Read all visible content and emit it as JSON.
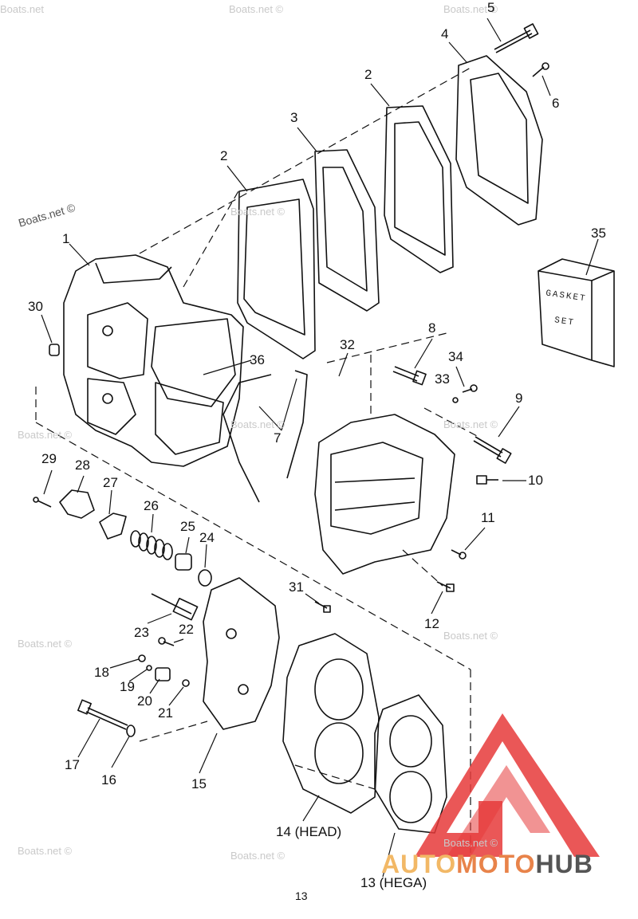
{
  "watermarks": [
    "Boats.net",
    "Boats.net ©",
    "Boats.net ©",
    "Boats.net ©",
    "Boats.net ©",
    "Boats.net ©",
    "Boats.net ©",
    "Boats.net ©",
    "Boats.net ©",
    "Boats.net ©",
    "Boats.net ©",
    "Boats.net ©",
    "Boats.net ©"
  ],
  "parts": [
    {
      "no": "1"
    },
    {
      "no": "2"
    },
    {
      "no": "2"
    },
    {
      "no": "3"
    },
    {
      "no": "4"
    },
    {
      "no": "5"
    },
    {
      "no": "6"
    },
    {
      "no": "7"
    },
    {
      "no": "8"
    },
    {
      "no": "9"
    },
    {
      "no": "10"
    },
    {
      "no": "11"
    },
    {
      "no": "12"
    },
    {
      "no": "13 (HEGA)"
    },
    {
      "no": "14 (HEAD)"
    },
    {
      "no": "15"
    },
    {
      "no": "16"
    },
    {
      "no": "17"
    },
    {
      "no": "18"
    },
    {
      "no": "19"
    },
    {
      "no": "20"
    },
    {
      "no": "21"
    },
    {
      "no": "22"
    },
    {
      "no": "23"
    },
    {
      "no": "24"
    },
    {
      "no": "25"
    },
    {
      "no": "26"
    },
    {
      "no": "27"
    },
    {
      "no": "28"
    },
    {
      "no": "29"
    },
    {
      "no": "30"
    },
    {
      "no": "31"
    },
    {
      "no": "32"
    },
    {
      "no": "33"
    },
    {
      "no": "34"
    },
    {
      "no": "35"
    },
    {
      "no": "36"
    }
  ],
  "gasket_set_text": {
    "line1": "GASKET",
    "line2": "SET"
  },
  "page_number": "13",
  "logo": {
    "part1": "AUTO",
    "part2": "MOTO",
    "part3": "HUB"
  },
  "colors": {
    "logo_red": "#e63a3a",
    "logo_orange": "#e8834a",
    "logo_yellow": "#f2b866",
    "logo_gray": "#555555",
    "line": "#111111",
    "watermark": "#c9c9c9"
  }
}
